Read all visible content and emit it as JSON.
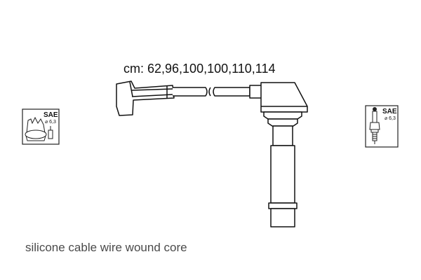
{
  "lengths_label": "cm: 62,96,100,100,110,114",
  "caption": "silicone cable wire wound core",
  "left_badge": {
    "standard": "SAE",
    "size": "⌀ 6,3",
    "icon": "distributor-cap-icon"
  },
  "right_badge": {
    "standard": "SAE",
    "size": "⌀ 6,3",
    "icon": "spark-plug-icon"
  }
}
